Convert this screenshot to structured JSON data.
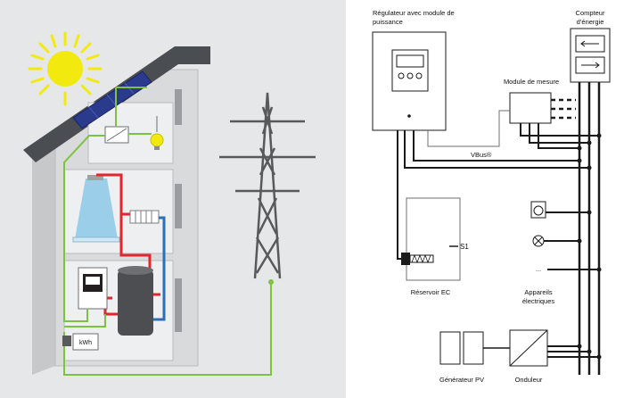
{
  "house_panel": {
    "kwh_label": "kWh"
  },
  "schematic": {
    "regulator_label_line1": "Régulateur avec module de",
    "regulator_label_line2": "puissance",
    "meter_label_line1": "Compteur",
    "meter_label_line2": "d’énergie",
    "measure_module_label": "Module de mesure",
    "vbus_label": "VBus®",
    "sensor_label": "S1",
    "tank_label": "Réservoir EC",
    "appliances_label_line1": "Appareils",
    "appliances_label_line2": "électriques",
    "ellipsis_label": "...",
    "pv_label": "Générateur PV",
    "inverter_label": "Onduleur"
  },
  "colors": {
    "panel_bg": "#e6e7e8",
    "house_wall": "#d9dadb",
    "roof": "#4a4d51",
    "green_line": "#7dc242",
    "hot_red": "#e1262d",
    "cold_blue": "#2f6db5",
    "sun": "#f2ea0f",
    "solar_panel": "#2a3a8c",
    "pylon": "#58595b",
    "line_dark": "#1a1a1a"
  }
}
